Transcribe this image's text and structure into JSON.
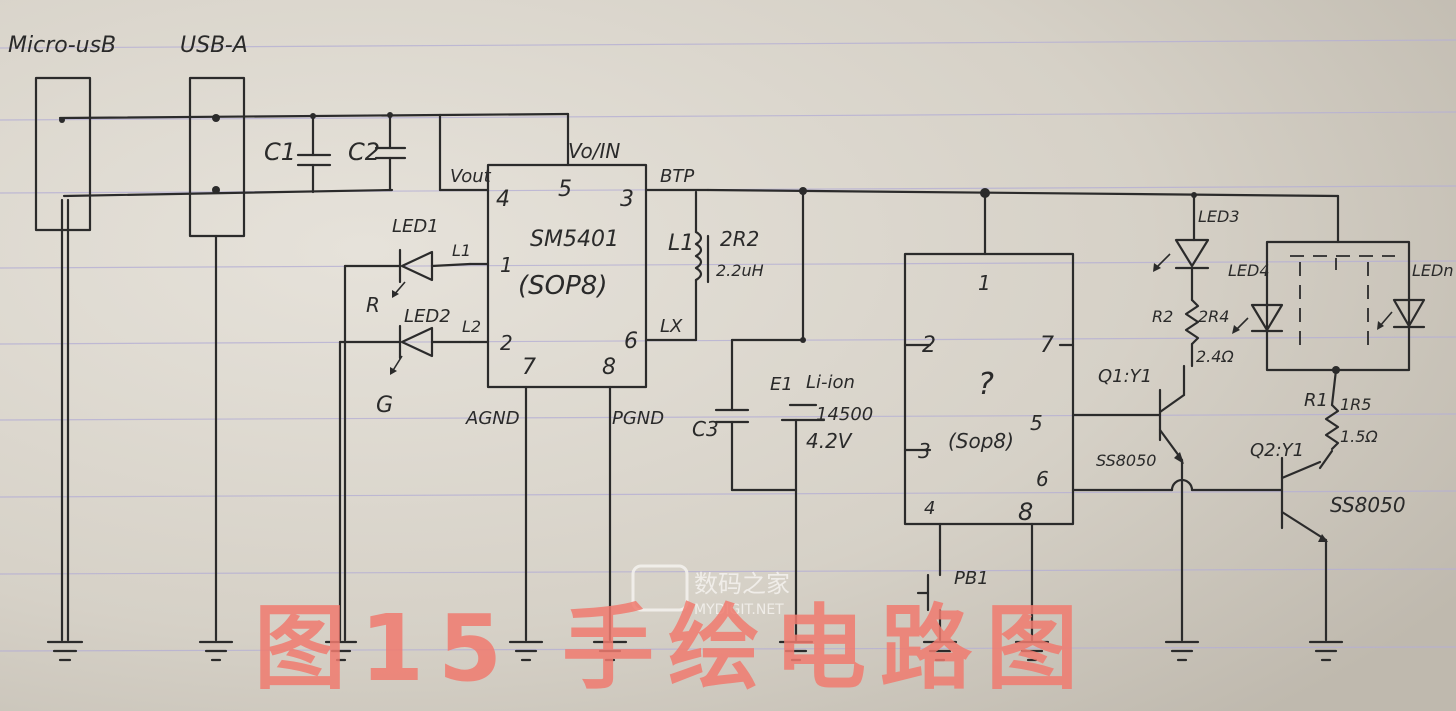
{
  "labels": {
    "micro_usb": "Micro-usB",
    "usb_a": "USB-A",
    "c1": "C1",
    "c2": "C2",
    "vout": "Vout",
    "vo_in": "Vo/IN",
    "btp": "BTP",
    "ic1_name": "SM5401",
    "ic1_pkg": "(SOP8)",
    "ic1_pin1": "1",
    "ic1_pin2": "2",
    "ic1_pin3": "3",
    "ic1_pin4": "4",
    "ic1_pin5": "5",
    "ic1_pin6": "6",
    "ic1_pin7": "7",
    "ic1_pin8": "8",
    "led1": "LED1",
    "l1_net": "L1",
    "led_r": "R",
    "led2": "LED2",
    "l2_net": "L2",
    "led_g": "G",
    "agnd": "AGND",
    "pgnd": "PGND",
    "lx": "LX",
    "inductor": "L1",
    "inductor_code": "2R2",
    "inductor_value": "2.2uH",
    "c3": "C3",
    "e1": "E1",
    "battery_type": "Li-ion",
    "battery_size": "14500",
    "battery_voltage": "4.2V",
    "ic2_unknown": "?",
    "ic2_pkg": "(Sop8)",
    "ic2_pin1": "1",
    "ic2_pin2": "2",
    "ic2_pin3": "3",
    "ic2_pin4": "4",
    "ic2_pin5": "5",
    "ic2_pin6": "6",
    "ic2_pin7": "7",
    "ic2_pin8": "8",
    "pb1": "PB1",
    "led3": "LED3",
    "led4": "LED4",
    "led_m": "LEDn",
    "r2": "R2",
    "r2_code": "2R4",
    "r2_value": "2.4Ω",
    "q1": "Q1:Y1",
    "q1_part": "SS8050",
    "r1": "R1",
    "r1_code": "1R5",
    "r1_value": "1.5Ω",
    "q2": "Q2:Y1",
    "q2_part": "SS8050"
  },
  "watermark": {
    "cn": "数码之家",
    "en": "MYDIGIT.NET"
  },
  "caption": "图15 手绘电路图",
  "colors": {
    "paper": "#d8d3c9",
    "rule_line": "#b9b3d6",
    "ink": "#2b2b2b",
    "caption": "#f07a6e"
  }
}
